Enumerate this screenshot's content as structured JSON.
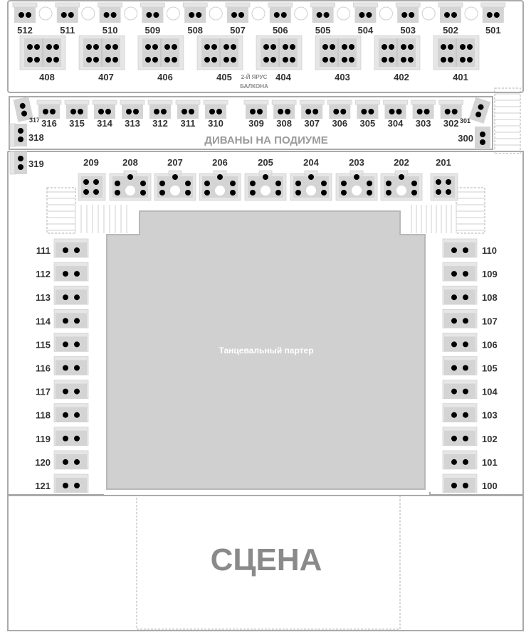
{
  "colors": {
    "table": "#d4d4d4",
    "chair": "#e6e6e6",
    "seat": "#000000",
    "floor": "#d0d0d0",
    "outline": "#aaaaaa"
  },
  "labels": {
    "balcony_tier": "2-Й ЯРУС",
    "balcony": "БАЛКОНА",
    "podium": "ДИВАНЫ НА ПОДИУМЕ",
    "dance_floor": "Танцевальный партер",
    "stage": "СЦЕНА"
  },
  "booths_500": [
    "512",
    "511",
    "510",
    "509",
    "508",
    "507",
    "506",
    "505",
    "504",
    "503",
    "502",
    "501"
  ],
  "booths_400": [
    "408",
    "407",
    "406",
    "405",
    "404",
    "403",
    "402",
    "401"
  ],
  "sofas_left": [
    "317",
    "316",
    "315",
    "314",
    "313",
    "312",
    "311",
    "310"
  ],
  "sofas_mid": [
    "309",
    "308",
    "307",
    "306",
    "305",
    "304",
    "303",
    "302"
  ],
  "sofa_301": "301",
  "sofa_300": "300",
  "sofa_318": "318",
  "sofa_319": "319",
  "tables_200": [
    "209",
    "208",
    "207",
    "206",
    "205",
    "204",
    "203",
    "202",
    "201"
  ],
  "tables_left": [
    "111",
    "112",
    "113",
    "114",
    "115",
    "116",
    "117",
    "118",
    "119",
    "120",
    "121"
  ],
  "tables_right": [
    "110",
    "109",
    "108",
    "107",
    "106",
    "105",
    "104",
    "103",
    "102",
    "101",
    "100"
  ]
}
